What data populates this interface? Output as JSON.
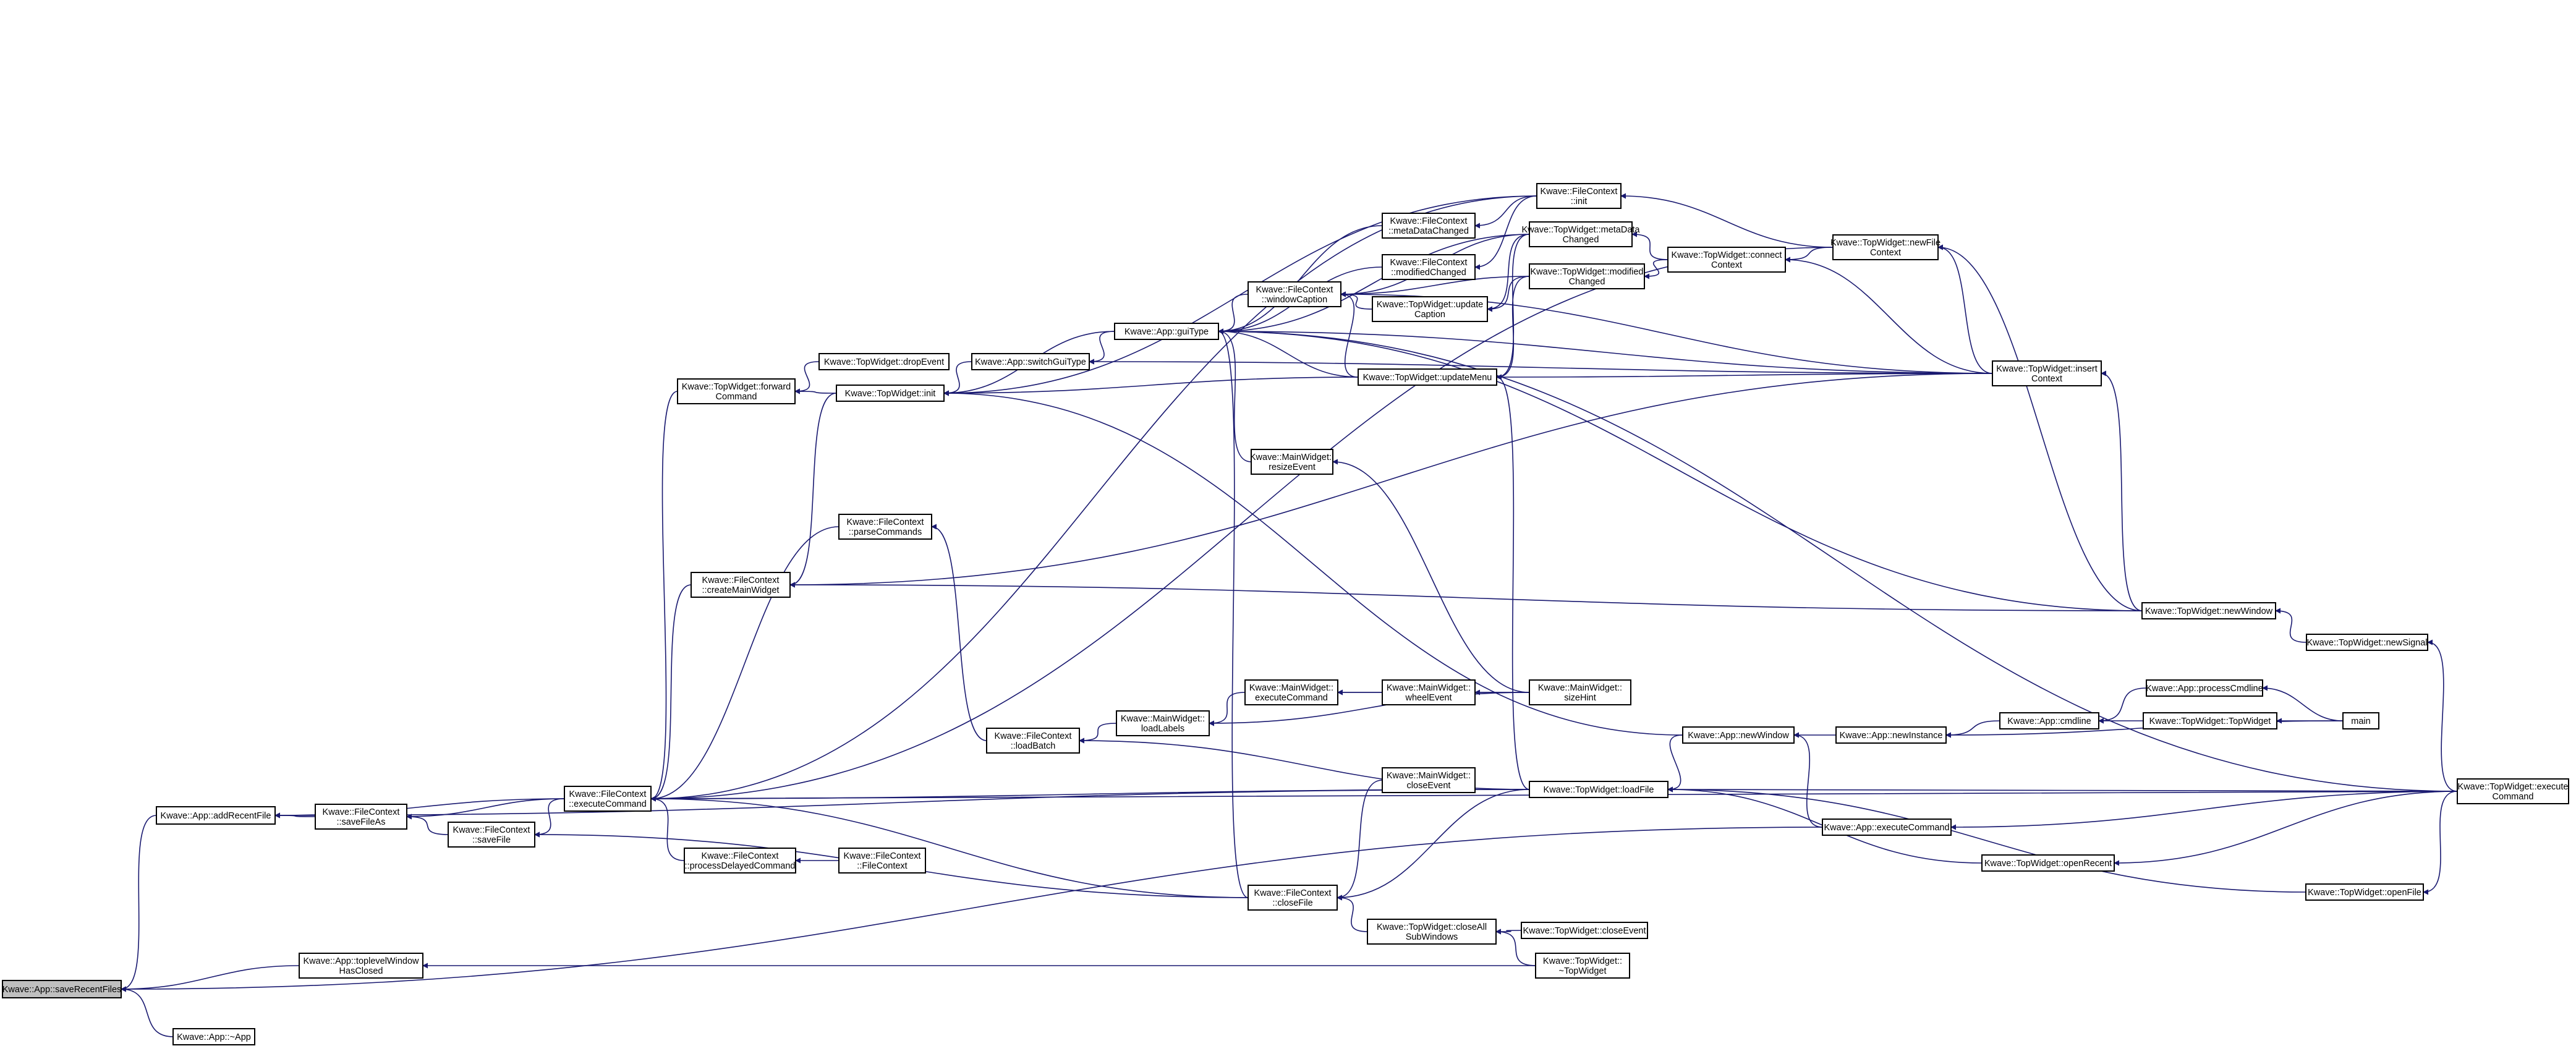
{
  "graph": {
    "root": "n0",
    "nodes": [
      {
        "id": "n0",
        "label": [
          "Kwave::App::saveRecentFiles"
        ]
      },
      {
        "id": "n1",
        "label": [
          "Kwave::App::~App"
        ]
      },
      {
        "id": "n2",
        "label": [
          "Kwave::App::addRecentFile"
        ]
      },
      {
        "id": "n3",
        "label": [
          "Kwave::App::toplevelWindow",
          "HasClosed"
        ]
      },
      {
        "id": "n4",
        "label": [
          "Kwave::FileContext",
          "::saveFileAs"
        ]
      },
      {
        "id": "n5",
        "label": [
          "Kwave::FileContext",
          "::saveFile"
        ]
      },
      {
        "id": "n6",
        "label": [
          "Kwave::FileContext",
          "::executeCommand"
        ]
      },
      {
        "id": "n7",
        "label": [
          "Kwave::TopWidget::forward",
          "Command"
        ]
      },
      {
        "id": "n8",
        "label": [
          "Kwave::TopWidget::dropEvent"
        ]
      },
      {
        "id": "n9",
        "label": [
          "Kwave::TopWidget::init"
        ]
      },
      {
        "id": "n10",
        "label": [
          "Kwave::FileContext",
          "::parseCommands"
        ]
      },
      {
        "id": "n11",
        "label": [
          "Kwave::FileContext",
          "::createMainWidget"
        ]
      },
      {
        "id": "n12",
        "label": [
          "Kwave::FileContext",
          "::processDelayedCommand"
        ]
      },
      {
        "id": "n13",
        "label": [
          "Kwave::FileContext",
          "::FileContext"
        ]
      },
      {
        "id": "n14",
        "label": [
          "Kwave::App::switchGuiType"
        ]
      },
      {
        "id": "n15",
        "label": [
          "Kwave::App::guiType"
        ]
      },
      {
        "id": "n16",
        "label": [
          "Kwave::FileContext",
          "::loadBatch"
        ]
      },
      {
        "id": "n17",
        "label": [
          "Kwave::MainWidget::",
          "loadLabels"
        ]
      },
      {
        "id": "n18",
        "label": [
          "Kwave::MainWidget::",
          "executeCommand"
        ]
      },
      {
        "id": "n19",
        "label": [
          "Kwave::MainWidget::",
          "wheelEvent"
        ]
      },
      {
        "id": "n20",
        "label": [
          "Kwave::MainWidget::",
          "resizeEvent"
        ]
      },
      {
        "id": "n21",
        "label": [
          "Kwave::FileContext",
          "::windowCaption"
        ]
      },
      {
        "id": "n22",
        "label": [
          "Kwave::FileContext",
          "::metaDataChanged"
        ]
      },
      {
        "id": "n23",
        "label": [
          "Kwave::FileContext",
          "::modifiedChanged"
        ]
      },
      {
        "id": "n24",
        "label": [
          "Kwave::TopWidget::update",
          "Caption"
        ]
      },
      {
        "id": "n25",
        "label": [
          "Kwave::TopWidget::updateMenu"
        ]
      },
      {
        "id": "n26",
        "label": [
          "Kwave::FileContext",
          "::init"
        ]
      },
      {
        "id": "n27",
        "label": [
          "Kwave::TopWidget::metaData",
          "Changed"
        ]
      },
      {
        "id": "n28",
        "label": [
          "Kwave::TopWidget::modified",
          "Changed"
        ]
      },
      {
        "id": "n29",
        "label": [
          "Kwave::TopWidget::connect",
          "Context"
        ]
      },
      {
        "id": "n30",
        "label": [
          "Kwave::TopWidget::newFile",
          "Context"
        ]
      },
      {
        "id": "n31",
        "label": [
          "Kwave::TopWidget::insert",
          "Context"
        ]
      },
      {
        "id": "n32",
        "label": [
          "Kwave::MainWidget::",
          "sizeHint"
        ]
      },
      {
        "id": "n33",
        "label": [
          "Kwave::FileContext",
          "::closeFile"
        ]
      },
      {
        "id": "n34",
        "label": [
          "Kwave::MainWidget::",
          "closeEvent"
        ]
      },
      {
        "id": "n35",
        "label": [
          "Kwave::TopWidget::closeAll",
          "SubWindows"
        ]
      },
      {
        "id": "n36",
        "label": [
          "Kwave::TopWidget::closeEvent"
        ]
      },
      {
        "id": "n37",
        "label": [
          "Kwave::TopWidget::",
          "~TopWidget"
        ]
      },
      {
        "id": "n38",
        "label": [
          "Kwave::TopWidget::loadFile"
        ]
      },
      {
        "id": "n39",
        "label": [
          "Kwave::App::newWindow"
        ]
      },
      {
        "id": "n40",
        "label": [
          "Kwave::App::newInstance"
        ]
      },
      {
        "id": "n41",
        "label": [
          "Kwave::App::executeCommand"
        ]
      },
      {
        "id": "n42",
        "label": [
          "Kwave::App::cmdline"
        ]
      },
      {
        "id": "n43",
        "label": [
          "Kwave::App::processCmdline"
        ]
      },
      {
        "id": "n44",
        "label": [
          "Kwave::TopWidget::TopWidget"
        ]
      },
      {
        "id": "n45",
        "label": [
          "main"
        ]
      },
      {
        "id": "n46",
        "label": [
          "Kwave::TopWidget::openRecent"
        ]
      },
      {
        "id": "n47",
        "label": [
          "Kwave::TopWidget::newWindow"
        ]
      },
      {
        "id": "n48",
        "label": [
          "Kwave::TopWidget::newSignal"
        ]
      },
      {
        "id": "n49",
        "label": [
          "Kwave::TopWidget::openFile"
        ]
      },
      {
        "id": "n50",
        "label": [
          "Kwave::TopWidget::execute",
          "Command"
        ]
      }
    ],
    "edges": [
      [
        "n1",
        "n0"
      ],
      [
        "n2",
        "n0"
      ],
      [
        "n3",
        "n0"
      ],
      [
        "n41",
        "n0"
      ],
      [
        "n4",
        "n2"
      ],
      [
        "n6",
        "n2"
      ],
      [
        "n38",
        "n2"
      ],
      [
        "n6",
        "n4"
      ],
      [
        "n5",
        "n4"
      ],
      [
        "n6",
        "n5"
      ],
      [
        "n33",
        "n5"
      ],
      [
        "n7",
        "n6"
      ],
      [
        "n11",
        "n6"
      ],
      [
        "n10",
        "n6"
      ],
      [
        "n12",
        "n6"
      ],
      [
        "n38",
        "n6"
      ],
      [
        "n26",
        "n6"
      ],
      [
        "n30",
        "n6"
      ],
      [
        "n50",
        "n6"
      ],
      [
        "n33",
        "n6"
      ],
      [
        "n8",
        "n7"
      ],
      [
        "n9",
        "n7"
      ],
      [
        "n9",
        "n11"
      ],
      [
        "n31",
        "n11"
      ],
      [
        "n47",
        "n11"
      ],
      [
        "n16",
        "n10"
      ],
      [
        "n13",
        "n12"
      ],
      [
        "n14",
        "n9"
      ],
      [
        "n15",
        "n9"
      ],
      [
        "n25",
        "n9"
      ],
      [
        "n26",
        "n9"
      ],
      [
        "n39",
        "n9"
      ],
      [
        "n15",
        "n14"
      ],
      [
        "n31",
        "n14"
      ],
      [
        "n21",
        "n15"
      ],
      [
        "n22",
        "n15"
      ],
      [
        "n23",
        "n15"
      ],
      [
        "n25",
        "n15"
      ],
      [
        "n27",
        "n15"
      ],
      [
        "n33",
        "n15"
      ],
      [
        "n20",
        "n15"
      ],
      [
        "n31",
        "n15"
      ],
      [
        "n47",
        "n15"
      ],
      [
        "n50",
        "n15"
      ],
      [
        "n17",
        "n16"
      ],
      [
        "n38",
        "n16"
      ],
      [
        "n18",
        "n17"
      ],
      [
        "n32",
        "n17"
      ],
      [
        "n19",
        "n18"
      ],
      [
        "n32",
        "n18"
      ],
      [
        "n32",
        "n19"
      ],
      [
        "n32",
        "n20"
      ],
      [
        "n24",
        "n21"
      ],
      [
        "n25",
        "n21"
      ],
      [
        "n27",
        "n21"
      ],
      [
        "n28",
        "n21"
      ],
      [
        "n31",
        "n21"
      ],
      [
        "n26",
        "n22"
      ],
      [
        "n26",
        "n23"
      ],
      [
        "n27",
        "n24"
      ],
      [
        "n28",
        "n24"
      ],
      [
        "n27",
        "n25"
      ],
      [
        "n28",
        "n25"
      ],
      [
        "n31",
        "n25"
      ],
      [
        "n38",
        "n25"
      ],
      [
        "n30",
        "n26"
      ],
      [
        "n29",
        "n27"
      ],
      [
        "n29",
        "n28"
      ],
      [
        "n30",
        "n29"
      ],
      [
        "n31",
        "n29"
      ],
      [
        "n31",
        "n30"
      ],
      [
        "n47",
        "n30"
      ],
      [
        "n47",
        "n31"
      ],
      [
        "n38",
        "n33"
      ],
      [
        "n34",
        "n33"
      ],
      [
        "n35",
        "n33"
      ],
      [
        "n36",
        "n35"
      ],
      [
        "n37",
        "n35"
      ],
      [
        "n37",
        "n3"
      ],
      [
        "n39",
        "n38"
      ],
      [
        "n46",
        "n38"
      ],
      [
        "n49",
        "n38"
      ],
      [
        "n50",
        "n38"
      ],
      [
        "n40",
        "n39"
      ],
      [
        "n41",
        "n39"
      ],
      [
        "n42",
        "n40"
      ],
      [
        "n45",
        "n40"
      ],
      [
        "n43",
        "n42"
      ],
      [
        "n44",
        "n42"
      ],
      [
        "n45",
        "n43"
      ],
      [
        "n45",
        "n44"
      ],
      [
        "n48",
        "n47"
      ],
      [
        "n50",
        "n48"
      ],
      [
        "n50",
        "n49"
      ],
      [
        "n50",
        "n46"
      ],
      [
        "n50",
        "n41"
      ]
    ]
  }
}
